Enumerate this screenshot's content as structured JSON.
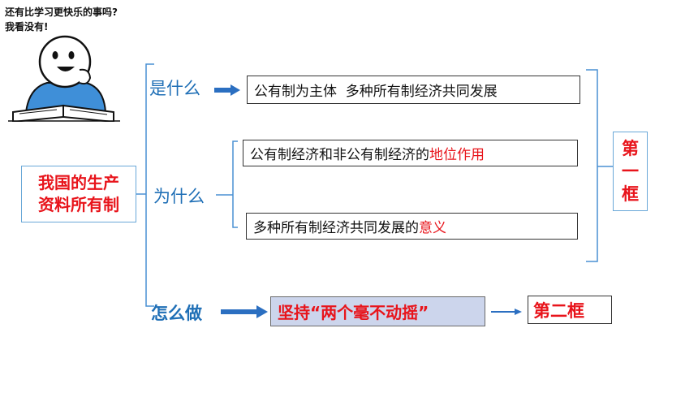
{
  "caption": {
    "line1": "还有比学习更快乐的事吗?",
    "line2": "我看没有!"
  },
  "main_topic": {
    "line1": "我国的生产",
    "line2": "资料所有制"
  },
  "branches": {
    "what": {
      "label": "是什么",
      "box": "公有制为主体  多种所有制经济共同发展"
    },
    "why": {
      "label": "为什么",
      "box1_plain": "公有制经济和非公有制经济的",
      "box1_highlight": "地位作用",
      "box2_plain": "多种所有制经济共同发展的",
      "box2_highlight": "意义"
    },
    "how": {
      "label": "怎么做",
      "box": "坚持“两个毫不动摇”"
    }
  },
  "frames": {
    "first_line1": "第",
    "first_line2": "一",
    "first_line3": "框",
    "second": "第二框"
  },
  "colors": {
    "accent_blue": "#1f6fb6",
    "highlight_red": "#e8141b",
    "action_fill": "#ccd5ec",
    "arrow_blue": "#2b6fc1"
  }
}
